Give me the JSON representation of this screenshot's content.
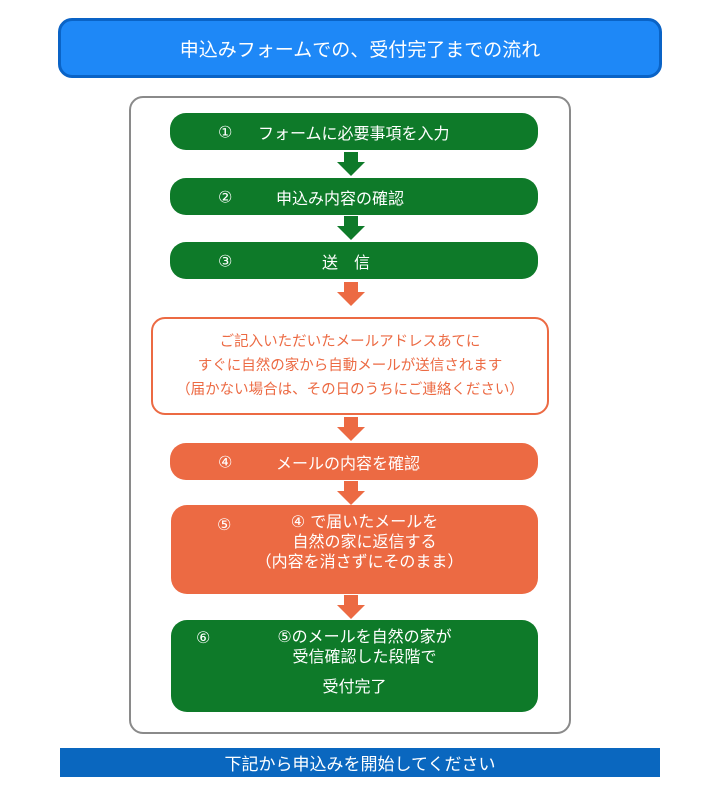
{
  "title": "申込みフォームでの、受付完了までの流れ",
  "colors": {
    "title_fill": "#1e88f7",
    "title_border": "#0a63c6",
    "green": "#0e7a29",
    "orange": "#ec6a43",
    "container_border": "#8a8a8a",
    "bottom_bar": "#0a67bf"
  },
  "steps": [
    {
      "num": "①",
      "label": "フォームに必要事項を入力",
      "color": "green"
    },
    {
      "num": "②",
      "label": "申込み内容の確認",
      "color": "green"
    },
    {
      "num": "③",
      "label": "送　信",
      "color": "green"
    },
    {
      "num": "④",
      "label": "メールの内容を確認",
      "color": "orange"
    },
    {
      "num": "⑤",
      "lines": [
        "④ で届いたメールを",
        "自然の家に返信する",
        "（内容を消さずにそのまま）"
      ],
      "color": "orange"
    },
    {
      "num": "⑥",
      "lines": [
        "⑤のメールを自然の家が",
        "受信確認した段階で",
        "受付完了"
      ],
      "color": "green"
    }
  ],
  "notice": {
    "lines": [
      "ご記入いただいたメールアドレスあてに",
      "すぐに自然の家から自動メールが送信されます",
      "（届かない場合は、その日のうちにご連絡ください）"
    ]
  },
  "bottom_bar": "下記から申込みを開始してください"
}
